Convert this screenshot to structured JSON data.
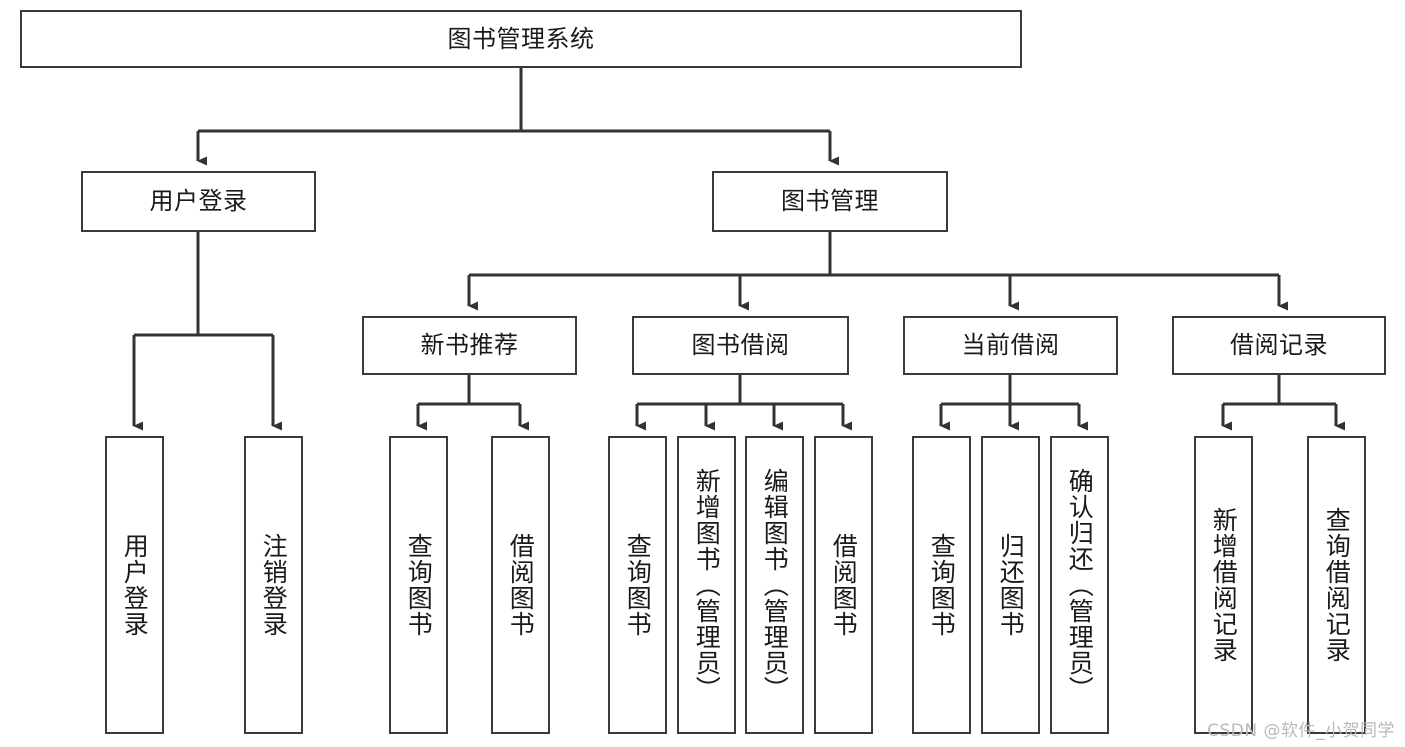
{
  "diagram": {
    "title": "图书管理系统",
    "type": "tree-hierarchy",
    "watermark": "CSDN @软件_小贺同学",
    "colors": {
      "box_border": "#3a3a3a",
      "box_fill": "#ffffff",
      "connector": "#333333",
      "text": "#1a1a1a",
      "watermark": "#b9b9b9",
      "background": "#ffffff"
    },
    "nodes": {
      "root": {
        "label": "图书管理系统"
      },
      "level2": [
        {
          "id": "user-login",
          "label": "用户登录"
        },
        {
          "id": "book-management",
          "label": "图书管理"
        }
      ],
      "level3": [
        {
          "id": "new-book-recommend",
          "label": "新书推荐"
        },
        {
          "id": "book-borrow",
          "label": "图书借阅"
        },
        {
          "id": "current-borrow",
          "label": "当前借阅"
        },
        {
          "id": "borrow-record",
          "label": "借阅记录"
        }
      ],
      "leaves": {
        "user_login": [
          {
            "id": "leaf-user-login",
            "label": "用户登录"
          },
          {
            "id": "leaf-user-logout",
            "label": "注销登录"
          }
        ],
        "new_book_recommend": [
          {
            "id": "leaf-query-book-1",
            "label": "查询图书"
          },
          {
            "id": "leaf-borrow-book-1",
            "label": "借阅图书"
          }
        ],
        "book_borrow": [
          {
            "id": "leaf-query-book-2",
            "label": "查询图书"
          },
          {
            "id": "leaf-add-book",
            "label": "新增图书（管理员）"
          },
          {
            "id": "leaf-edit-book",
            "label": "编辑图书（管理员）"
          },
          {
            "id": "leaf-borrow-book-2",
            "label": "借阅图书"
          }
        ],
        "current_borrow": [
          {
            "id": "leaf-query-book-3",
            "label": "查询图书"
          },
          {
            "id": "leaf-return-book",
            "label": "归还图书"
          },
          {
            "id": "leaf-confirm-return",
            "label": "确认归还（管理员）"
          }
        ],
        "borrow_record": [
          {
            "id": "leaf-add-record",
            "label": "新增借阅记录"
          },
          {
            "id": "leaf-query-record",
            "label": "查询借阅记录"
          }
        ]
      }
    }
  }
}
